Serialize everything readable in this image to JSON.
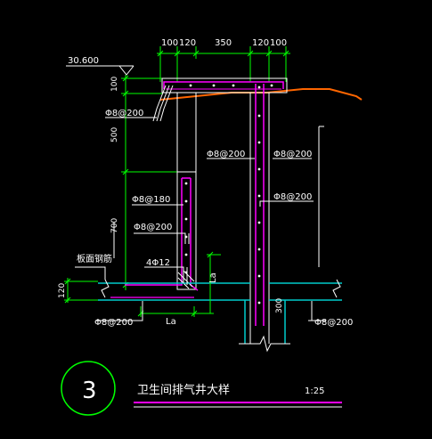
{
  "drawing": {
    "top_dimensions": [
      "100",
      "120",
      "350",
      "120",
      "100"
    ],
    "elevation": "30.600",
    "left_dimensions": [
      "100",
      "500",
      "700"
    ],
    "slab_thickness": "120",
    "bottom_right_dim": "300",
    "rebar_labels": {
      "top_left": "Φ8@200",
      "mid_left": "Φ8@200",
      "mid_right": "Φ8@200",
      "right_inner": "Φ8@200",
      "left_180": "Φ8@180",
      "left_200b": "Φ8@200",
      "four_phi": "4Φ12",
      "bottom_left": "Φ8@200",
      "bottom_right": "Φ8@200"
    },
    "slab_note": "板面钢筋",
    "anchor_labels": [
      "La",
      "La"
    ],
    "title_number": "3",
    "title": "卫生间排气井大样",
    "scale": "1:25"
  },
  "colors": {
    "background": "#000000",
    "dim_green": "#00ff00",
    "concrete_magenta": "#ff00ff",
    "rebar_white": "#ffffff",
    "roof_orange": "#ff6600",
    "wall_cyan": "#00cccc"
  }
}
